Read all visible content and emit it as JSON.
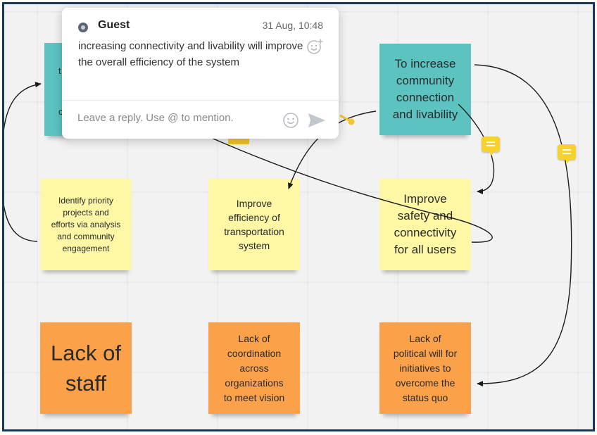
{
  "comment": {
    "author": "Guest",
    "time": "31 Aug, 10:48",
    "text": "increasing connectivity and livability will improve the overall efficiency of the system",
    "reply_placeholder": "Leave a reply. Use @ to mention."
  },
  "notes": {
    "top_left": {
      "lines": [
        "t",
        "c"
      ]
    },
    "top_right": {
      "lines": [
        "To increase",
        "community",
        "connection",
        "and livability"
      ]
    },
    "mid_left": {
      "lines": [
        "Identify priority",
        "projects and",
        "efforts via analysis",
        "and community",
        "engagement"
      ]
    },
    "mid_center": {
      "lines": [
        "Improve",
        "efficiency of",
        "transportation",
        "system"
      ]
    },
    "mid_right": {
      "lines": [
        "Improve",
        "safety and",
        "connectivity",
        "for all users"
      ]
    },
    "bot_left": {
      "lines": [
        "Lack of",
        "staff"
      ]
    },
    "bot_center": {
      "lines": [
        "Lack of",
        "coordination",
        "across",
        "organizations",
        "to meet vision"
      ]
    },
    "bot_right": {
      "lines": [
        "Lack of",
        "political will for",
        "initiatives to",
        "overcome the",
        "status quo"
      ]
    }
  },
  "colors": {
    "teal_note": "#5cc3c1",
    "yellow_note": "#fdf7a6",
    "orange_note": "#fba14a",
    "comment_badge": "#f7d22f",
    "frame_border": "#163a57",
    "canvas": "#f2f2f3"
  },
  "icons": {
    "comment_badge": "comment-icon",
    "reaction": "add-reaction-icon",
    "emoji": "emoji-icon",
    "send": "send-icon",
    "avatar": "avatar-icon"
  }
}
